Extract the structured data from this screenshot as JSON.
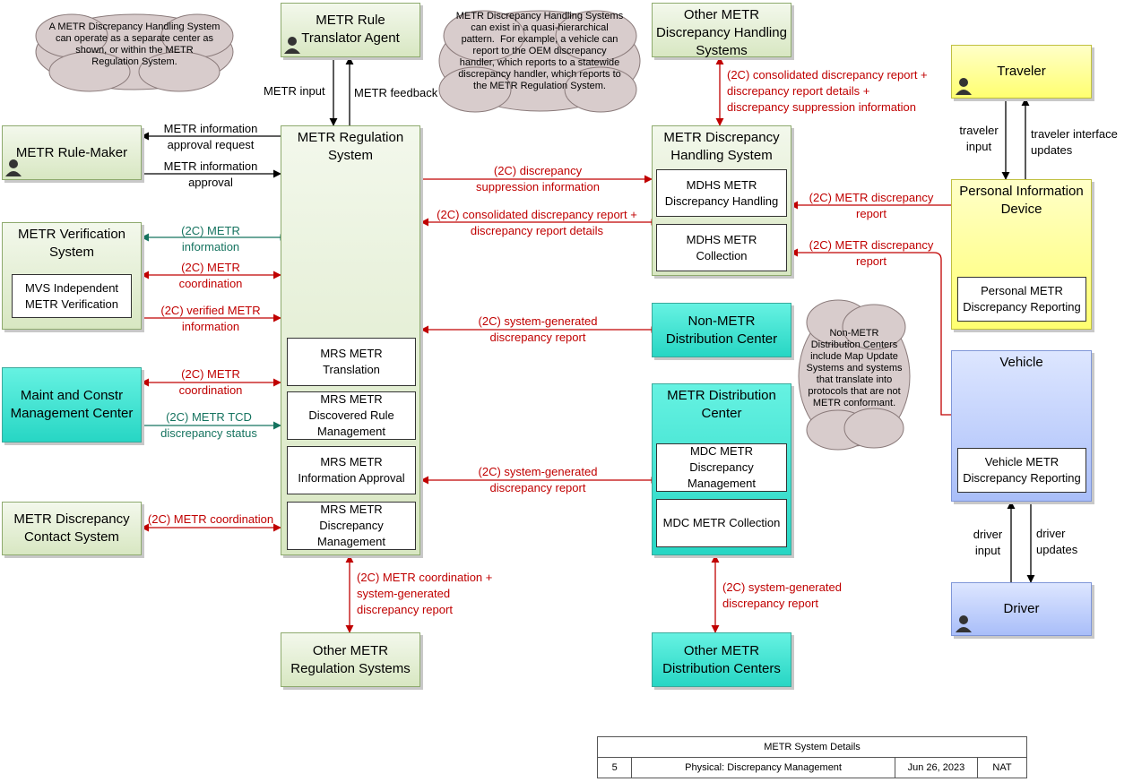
{
  "title_block": {
    "heading": "METR System Details",
    "number": "5",
    "view": "Physical: Discrepancy Management",
    "date": "Jun 26, 2023",
    "org": "NAT"
  },
  "clouds": {
    "mdhs_note": "A METR Discrepancy Handling System\ncan operate as a separate center as\nshown, or within the METR\nRegulation System.",
    "hierarchy_note": "METR Discrepancy Handling Systems\ncan exist in a quasi-hierarchical\npattern.  For example, a vehicle can\nreport to the OEM discrepancy\nhandler, which reports to a statewide\ndiscrepancy handler, which reports to\nthe METR Regulation System.",
    "distribution_note": "Non-METR\nDistribution Centers\ninclude Map Update\nSystems and systems\nthat translate into\nprotocols that are not\nMETR conformant."
  },
  "elements": {
    "rule_translator": "METR Rule\nTranslator Agent",
    "regulation_system": "METR Regulation\nSystem",
    "rule_maker": "METR Rule-Maker",
    "verification_system": "METR Verification\nSystem",
    "maint_constr": "Maint and Constr\nManagement Center",
    "discrepancy_contact": "METR Discrepancy\nContact System",
    "other_regulation": "Other METR\nRegulation Systems",
    "other_mdhs": "Other METR\nDiscrepancy Handling\nSystems",
    "mdhs": "METR Discrepancy\nHandling System",
    "non_metr_dc": "Non-METR\nDistribution Center",
    "distribution_center": "METR Distribution\nCenter",
    "other_dc": "Other METR\nDistribution Centers",
    "traveler": "Traveler",
    "pid": "Personal Information\nDevice",
    "vehicle": "Vehicle",
    "driver": "Driver"
  },
  "subelements": {
    "mvs_independent": "MVS Independent\nMETR Verification",
    "mrs_translation": "MRS METR\nTranslation",
    "mrs_discovered": "MRS METR\nDiscovered Rule\nManagement",
    "mrs_info_approval": "MRS METR\nInformation Approval",
    "mrs_discrepancy": "MRS METR\nDiscrepancy\nManagement",
    "mdhs_handling": "MDHS METR\nDiscrepancy Handling",
    "mdhs_collection": "MDHS METR\nCollection",
    "mdc_discrepancy": "MDC METR\nDiscrepancy\nManagement",
    "mdc_collection": "MDC METR Collection",
    "personal_reporting": "Personal METR\nDiscrepancy Reporting",
    "vehicle_reporting": "Vehicle METR\nDiscrepancy Reporting"
  },
  "flows": {
    "metr_input": "METR input",
    "metr_feedback": "METR feedback",
    "info_approval_request": "METR information\napproval request",
    "info_approval": "METR information\napproval",
    "verification_info": "(2C) METR\ninformation",
    "verification_coord": "(2C) METR\ncoordination",
    "verified_info": "(2C) verified METR\ninformation",
    "mcm_coord": "(2C) METR\ncoordination",
    "tcd_status": "(2C) METR TCD\ndiscrepancy status",
    "contact_coord": "(2C) METR coordination",
    "other_reg_flow": "(2C) METR coordination +\nsystem-generated\ndiscrepancy report",
    "suppression_info": "(2C) discrepancy\nsuppression information",
    "consolidated_report": "(2C) consolidated discrepancy report +\ndiscrepancy report details",
    "other_mdhs_flow": "(2C) consolidated discrepancy report +\ndiscrepancy report details +\ndiscrepancy suppression information",
    "pid_report": "(2C) METR discrepancy\nreport",
    "vehicle_report": "(2C) METR discrepancy\nreport",
    "non_metr_report": "(2C) system-generated\ndiscrepancy report",
    "mdc_report": "(2C) system-generated\ndiscrepancy report",
    "other_dc_report": "(2C) system-generated\ndiscrepancy report",
    "traveler_input": "traveler\ninput",
    "traveler_updates": "traveler interface\nupdates",
    "driver_input": "driver\ninput",
    "driver_updates": "driver\nupdates"
  },
  "colors": {
    "red_flow": "#c00000",
    "teal_flow": "#15735f",
    "black_flow": "#000000"
  }
}
